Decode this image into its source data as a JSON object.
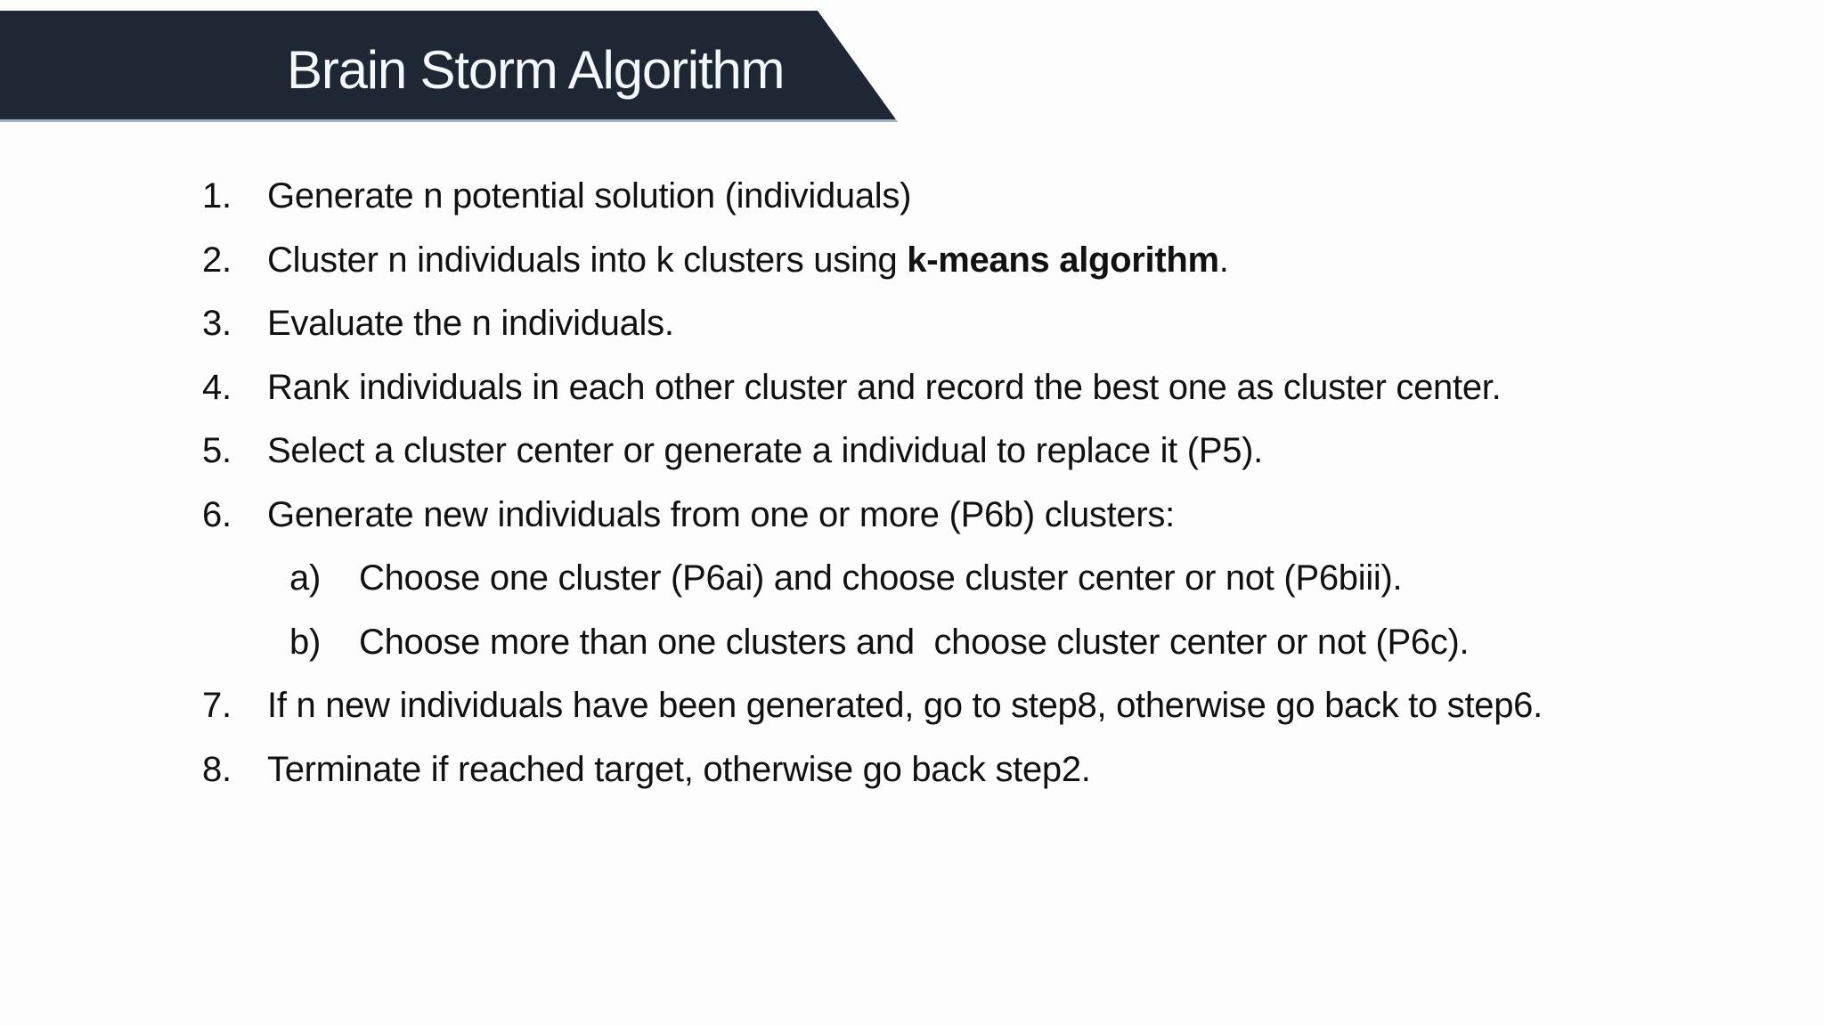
{
  "slide": {
    "title": "Brain Storm Algorithm",
    "colors": {
      "banner_bg": "#1e2834",
      "banner_underline": "#9fb0c2",
      "title_text": "#f5f8fb",
      "body_text": "#111111",
      "background": "#fdfdfd"
    },
    "steps": [
      {
        "marker": "1.",
        "text": "Generate n potential solution (individuals)"
      },
      {
        "marker": "2.",
        "text_pre": "Cluster n individuals into k clusters using ",
        "text_bold": "k-means algorithm",
        "text_post": "."
      },
      {
        "marker": "3.",
        "text": "Evaluate the n individuals."
      },
      {
        "marker": "4.",
        "text": "Rank individuals in each other cluster and record the best one as cluster center."
      },
      {
        "marker": "5.",
        "text": "Select a cluster center or generate a individual to replace it (P5)."
      },
      {
        "marker": "6.",
        "text": "Generate new individuals from one or more (P6b) clusters:"
      },
      {
        "marker": "a)",
        "text": "Choose one cluster (P6ai) and choose cluster center or not (P6biii)."
      },
      {
        "marker": "b)",
        "text": "Choose more than one clusters and  choose cluster center or not (P6c)."
      },
      {
        "marker": "7.",
        "text": "If n new individuals have been generated, go to step8, otherwise go back to step6."
      },
      {
        "marker": "8.",
        "text": "Terminate if reached target, otherwise go back step2."
      }
    ]
  }
}
